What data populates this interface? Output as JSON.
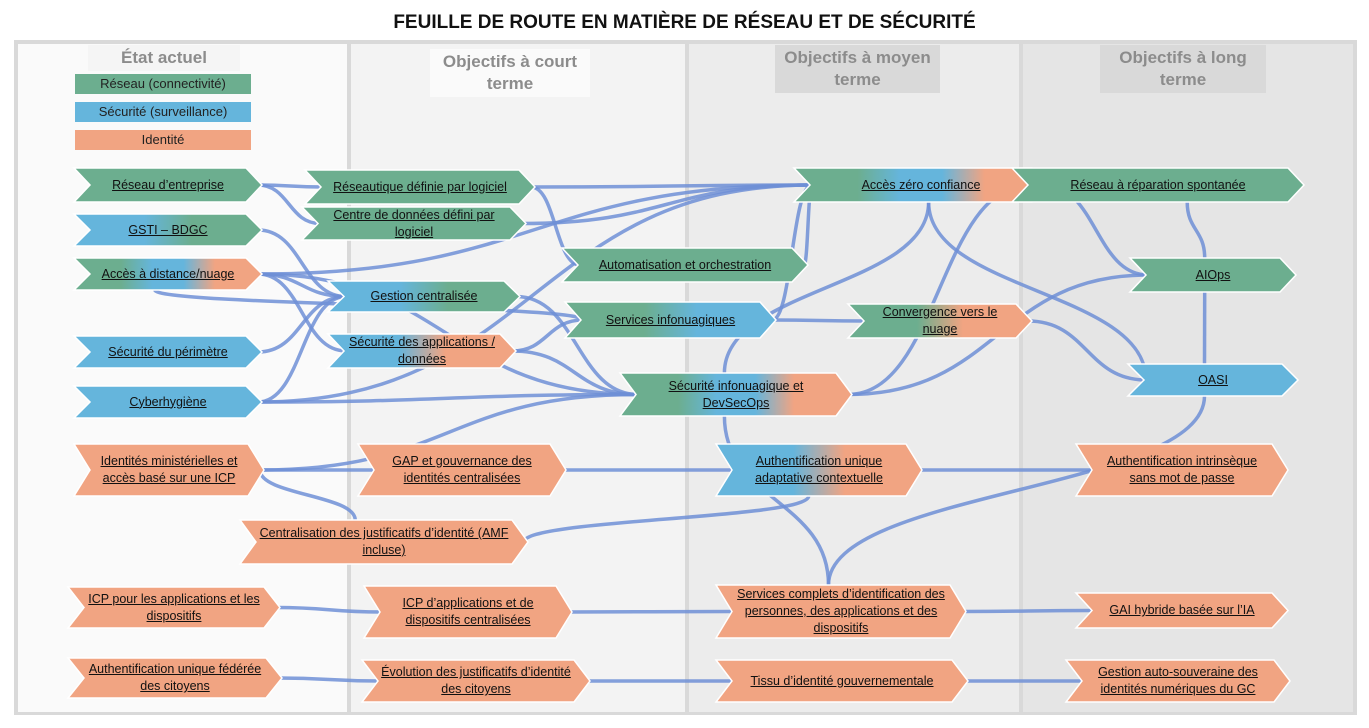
{
  "title": "FEUILLE DE ROUTE EN MATIÈRE DE RÉSEAU ET DE SÉCURITÉ",
  "columns": [
    "État actuel",
    "Objectifs à court terme",
    "Objectifs à moyen terme",
    "Objectifs à long terme"
  ],
  "legend": [
    {
      "label": "Réseau (connectivité)",
      "color": "#6cae8f"
    },
    {
      "label": "Sécurité (surveillance)",
      "color": "#65b5dc"
    },
    {
      "label": "Identité",
      "color": "#f1a482"
    }
  ],
  "colors": {
    "green": "#6cae8f",
    "blue": "#65b5dc",
    "orange": "#f1a482",
    "connector": "#6f8fd6"
  },
  "nodes": [
    {
      "id": "reseau_entreprise",
      "label": "Réseau d’entreprise",
      "fill": "g"
    },
    {
      "id": "gsti",
      "label": "GSTI – BDGC",
      "fill": "bg"
    },
    {
      "id": "acces_distance",
      "label": "Accès à distance/nuage",
      "fill": "gbo"
    },
    {
      "id": "perimetre",
      "label": "Sécurité du périmètre",
      "fill": "b"
    },
    {
      "id": "cyberhygiene",
      "label": "Cyberhygiène",
      "fill": "b"
    },
    {
      "id": "identites_min",
      "label": "Identités ministérielles et accès basé sur une ICP",
      "fill": "o"
    },
    {
      "id": "centralisation",
      "label": "Centralisation des justificatifs d’identité (AMF incluse)",
      "fill": "o"
    },
    {
      "id": "icp_apps_disp",
      "label": "ICP pour les applications et les dispositifs",
      "fill": "o"
    },
    {
      "id": "auth_federee",
      "label": "Authentification unique fédérée des citoyens",
      "fill": "o"
    },
    {
      "id": "reseautique",
      "label": "Réseautique définie par logiciel",
      "fill": "g"
    },
    {
      "id": "centre_donnees",
      "label": "Centre de données défini par logiciel",
      "fill": "g"
    },
    {
      "id": "automatisation",
      "label": "Automatisation et orchestration",
      "fill": "g"
    },
    {
      "id": "gestion_centralisee",
      "label": "Gestion centralisée",
      "fill": "bg"
    },
    {
      "id": "securite_apps",
      "label": "Sécurité des applications / données",
      "fill": "bo"
    },
    {
      "id": "services_infonuagiques",
      "label": "Services infonuagiques",
      "fill": "gb"
    },
    {
      "id": "gap",
      "label": "GAP et gouvernance des identités centralisées",
      "fill": "o"
    },
    {
      "id": "icp_applications",
      "label": "ICP d’applications et de dispositifs centralisées",
      "fill": "o"
    },
    {
      "id": "evolution",
      "label": "Évolution des justificatifs d’identité des citoyens",
      "fill": "o"
    },
    {
      "id": "acces_zero",
      "label": "Accès zéro confiance",
      "fill": "gbo"
    },
    {
      "id": "convergence",
      "label": "Convergence vers le nuage",
      "fill": "go"
    },
    {
      "id": "securite_infonuagique",
      "label": "Sécurité infonuagique et DevSecOps",
      "fill": "gbo"
    },
    {
      "id": "auth_adaptative",
      "label": "Authentification unique adaptative contextuelle",
      "fill": "bo"
    },
    {
      "id": "services_complets",
      "label": "Services complets d’identification des personnes, des applications et des dispositifs",
      "fill": "o"
    },
    {
      "id": "tissu",
      "label": "Tissu d’identité gouvernementale",
      "fill": "o"
    },
    {
      "id": "reseau_reparation",
      "label": "Réseau à réparation spontanée",
      "fill": "g"
    },
    {
      "id": "aiops",
      "label": "AIOps",
      "fill": "g"
    },
    {
      "id": "oasi",
      "label": "OASI",
      "fill": "b"
    },
    {
      "id": "auth_intrinseque",
      "label": "Authentification intrinsèque sans mot de passe",
      "fill": "o"
    },
    {
      "id": "gai",
      "label": "GAI hybride basée sur l’IA",
      "fill": "o"
    },
    {
      "id": "gestion_auto",
      "label": "Gestion auto-souveraine des identités numériques du GC",
      "fill": "o"
    }
  ]
}
